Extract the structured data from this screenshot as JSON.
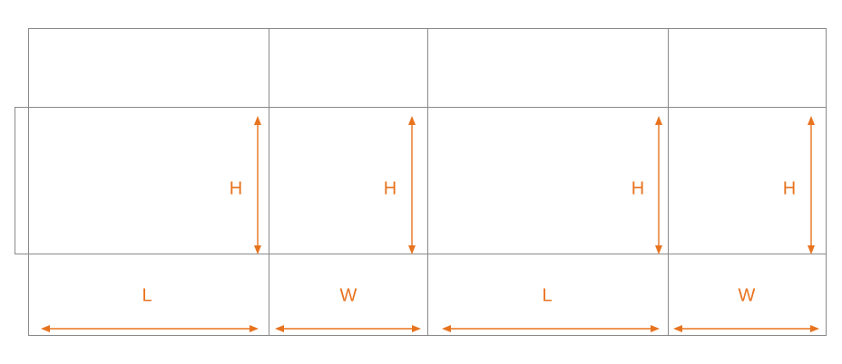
{
  "accent_color": "#E8731F",
  "line_color": "#8a8a8a",
  "diagram": {
    "panel_columns": [
      "L",
      "W",
      "L",
      "W"
    ],
    "height_labels": [
      "H",
      "H",
      "H",
      "H"
    ],
    "width_labels": [
      "L",
      "W",
      "L",
      "W"
    ]
  }
}
